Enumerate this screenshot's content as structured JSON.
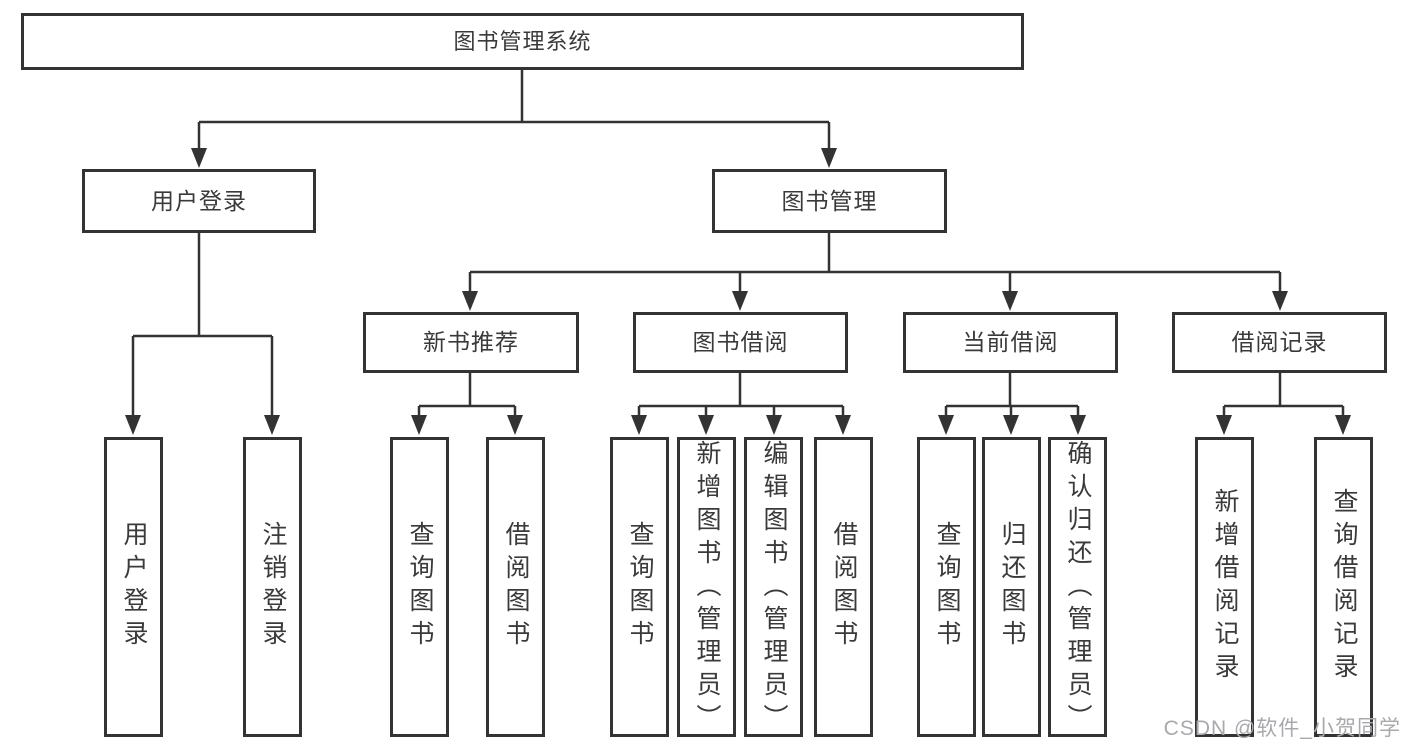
{
  "diagram": {
    "root": {
      "label": "图书管理系统"
    },
    "branches": [
      {
        "label": "用户登录",
        "children": [
          {
            "label": "用户登录"
          },
          {
            "label": "注销登录"
          }
        ]
      },
      {
        "label": "图书管理",
        "groups": [
          {
            "label": "新书推荐",
            "children": [
              {
                "label": "查询图书"
              },
              {
                "label": "借阅图书"
              }
            ]
          },
          {
            "label": "图书借阅",
            "children": [
              {
                "label": "查询图书"
              },
              {
                "label": "新增图书（管理员）"
              },
              {
                "label": "编辑图书（管理员）"
              },
              {
                "label": "借阅图书"
              }
            ]
          },
          {
            "label": "当前借阅",
            "children": [
              {
                "label": "查询图书"
              },
              {
                "label": "归还图书"
              },
              {
                "label": "确认归还（管理员）"
              }
            ]
          },
          {
            "label": "借阅记录",
            "children": [
              {
                "label": "新增借阅记录"
              },
              {
                "label": "查询借阅记录"
              }
            ]
          }
        ]
      }
    ]
  },
  "watermark": {
    "text": "CSDN @软件_小贺同学"
  },
  "colors": {
    "line": "#333333",
    "text": "#3a3a3a",
    "background": "#ffffff",
    "watermark": "#a9a9ad"
  }
}
